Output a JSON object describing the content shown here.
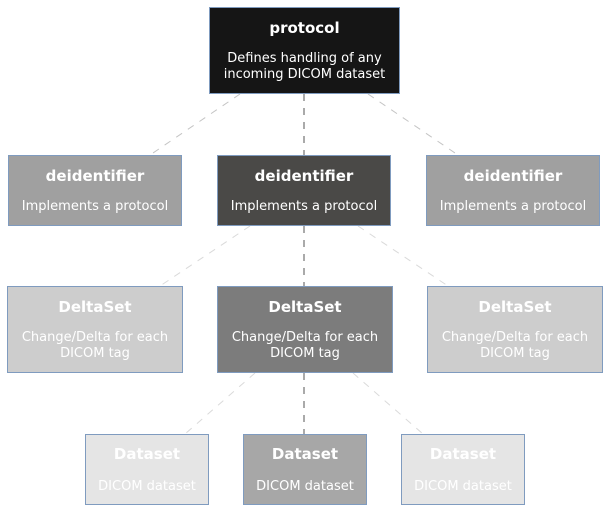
{
  "protocol": {
    "title": "protocol",
    "description": "Defines handling of any incoming DICOM dataset",
    "color": "#151515"
  },
  "deidentifiers": [
    {
      "title": "deidentifier",
      "description": "Implements a protocol",
      "color": "#a0a0a0"
    },
    {
      "title": "deidentifier",
      "description": "Implements a protocol",
      "color": "#4a4947"
    },
    {
      "title": "deidentifier",
      "description": "Implements a protocol",
      "color": "#a0a0a0"
    }
  ],
  "deltasets": [
    {
      "title": "DeltaSet",
      "description": "Change/Delta for each DICOM tag",
      "color": "#cdcdcd"
    },
    {
      "title": "DeltaSet",
      "description": "Change/Delta for each DICOM tag",
      "color": "#7c7c7c"
    },
    {
      "title": "DeltaSet",
      "description": "Change/Delta for each DICOM tag",
      "color": "#cdcdcd"
    }
  ],
  "datasets": [
    {
      "title": "Dataset",
      "description": "DICOM dataset",
      "color": "#e5e5e5"
    },
    {
      "title": "Dataset",
      "description": "DICOM dataset",
      "color": "#a7a7a7"
    },
    {
      "title": "Dataset",
      "description": "DICOM dataset",
      "color": "#e5e5e5"
    }
  ]
}
